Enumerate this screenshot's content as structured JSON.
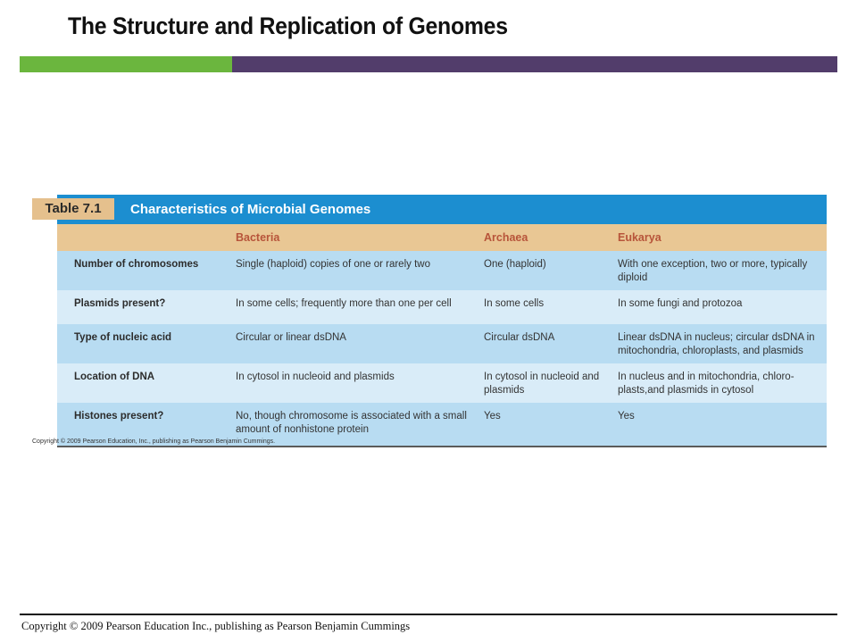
{
  "slide": {
    "title": "The Structure and Replication of Genomes",
    "colors": {
      "accent_green": "#6bb63e",
      "accent_purple": "#523d6b"
    }
  },
  "table": {
    "label": "Table 7.1",
    "caption": "Characteristics of Microbial Genomes",
    "columns": [
      "",
      "Bacteria",
      "Archaea",
      "Eukarya"
    ],
    "rows": [
      [
        "Number of chromosomes",
        "Single (haploid) copies of one or rarely two",
        "One (haploid)",
        "With one exception, two or more, typically diploid"
      ],
      [
        "Plasmids present?",
        "In some cells; frequently more than one per cell",
        "In some cells",
        "In some fungi and protozoa"
      ],
      [
        "Type of nucleic acid",
        "Circular or linear dsDNA",
        "Circular dsDNA",
        "Linear dsDNA in nucleus; circular dsDNA in mitochondria, chloroplasts, and plasmids"
      ],
      [
        "Location of DNA",
        "In cytosol in nucleoid and plasmids",
        "In cytosol in nucleoid and plasmids",
        "In nucleus and in mitochondria, chloro-plasts,and plasmids in cytosol"
      ],
      [
        "Histones present?",
        "No, though chromosome is associated with a small amount of nonhistone protein",
        "Yes",
        "Yes"
      ]
    ],
    "colors": {
      "header_blue": "#1c8ed0",
      "label_tan": "#e5c08d",
      "column_header_tan": "#e9c794",
      "row_dark": "#b8dcf2",
      "row_light": "#d9ecf8"
    }
  },
  "figure_copyright": "Copyright © 2009 Pearson Education, Inc., publishing as Pearson Benjamin Cummings.",
  "footer": {
    "copyright": "Copyright © 2009 Pearson Education Inc., publishing as Pearson Benjamin Cummings"
  }
}
